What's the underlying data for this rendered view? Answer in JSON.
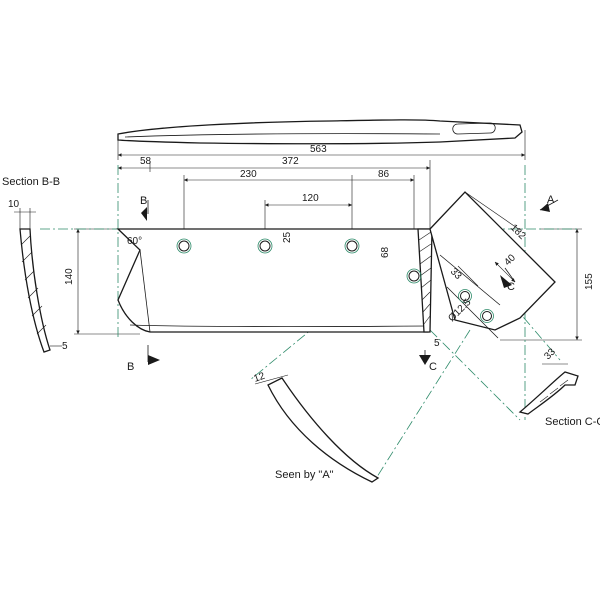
{
  "labels": {
    "section_bb": "Section B-B",
    "section_cc": "Section C-C",
    "seen_by_a": "Seen by \"A\"",
    "marker_b": "B",
    "marker_c": "C",
    "marker_a": "A"
  },
  "dimensions": {
    "overall_length": "563",
    "left_offset": "58",
    "to_heel": "372",
    "hole_span": "230",
    "hole_to_edge": "86",
    "hole_pitch": "120",
    "hole_height": "25",
    "heel_height": "68",
    "blade_height": "140",
    "angle": "60°",
    "thickness_top": "10",
    "thickness_bottom": "5",
    "tip_height": "155",
    "tip_width": "182",
    "tip_slot_width": "33",
    "tip_slot_depth": "40",
    "hole_dia": "Ø12.5",
    "tip_thickness": "5",
    "section_width": "33",
    "seen_thickness": "12"
  },
  "colors": {
    "line": "#1a1a1a",
    "centerline": "#2e8b6a"
  }
}
